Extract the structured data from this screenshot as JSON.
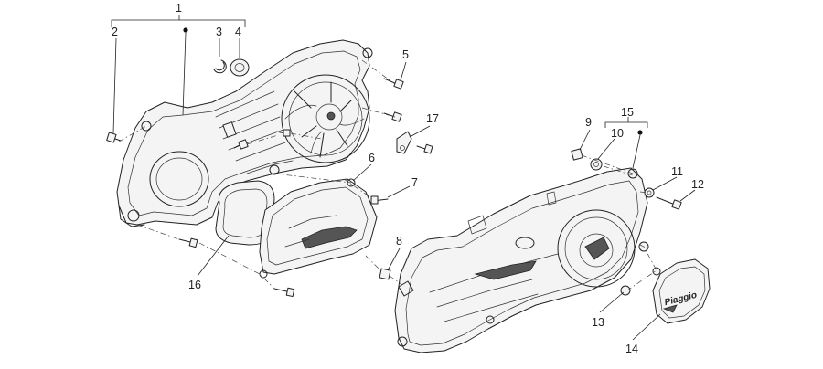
{
  "diagram": {
    "callouts": [
      "1",
      "2",
      "3",
      "4",
      "5",
      "6",
      "7",
      "8",
      "9",
      "10",
      "11",
      "12",
      "13",
      "14",
      "15",
      "16",
      "17"
    ],
    "badge_text": "Piaggio"
  }
}
